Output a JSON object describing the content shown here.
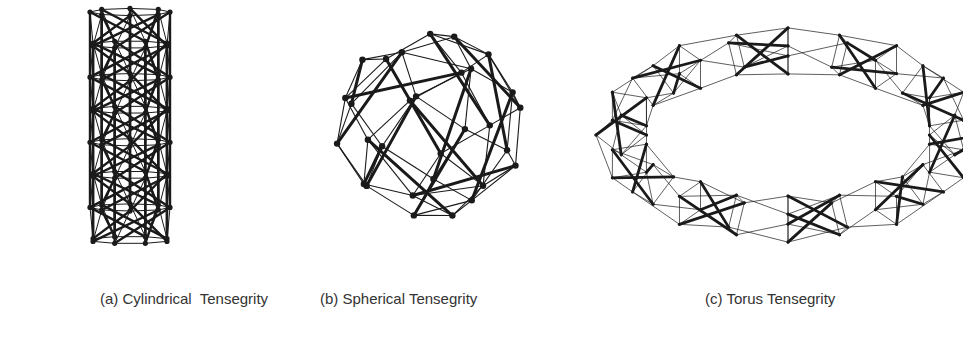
{
  "diagram": {
    "labels": [
      "(a) Cylindrical  Tensegrity",
      "(b) Spherical Tensegrity",
      "(c) Torus Tensegrity"
    ]
  }
}
